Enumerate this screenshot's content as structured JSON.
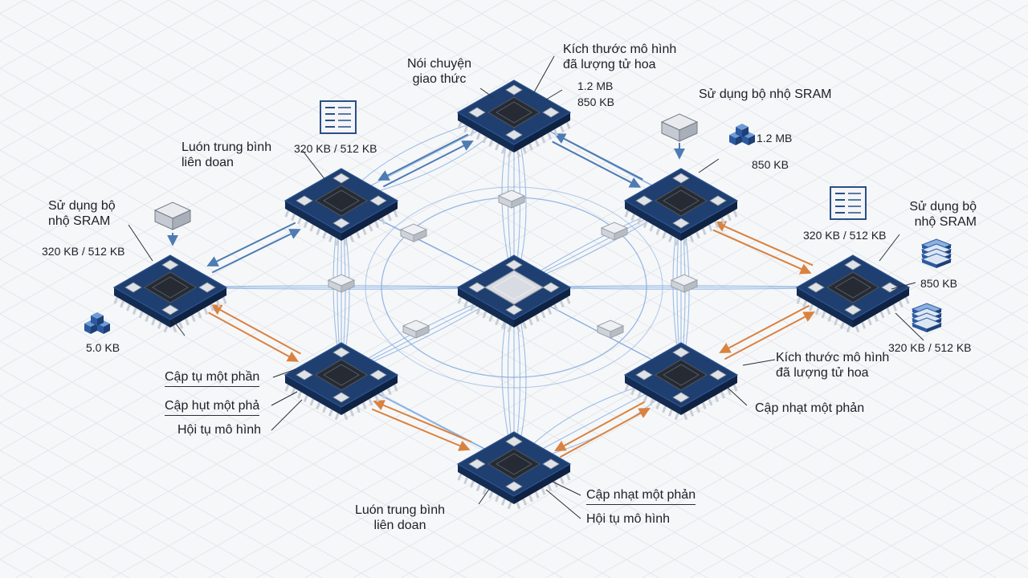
{
  "colors": {
    "board": "#1f3f70",
    "board_edge": "#142c52",
    "chip": "#262b33",
    "pin": "#c9ced6",
    "link_blue": "#4d7bb3",
    "link_orange": "#d9823f",
    "mesh": "#7fa9dc",
    "grid": "#e3e6ea"
  },
  "icons": {
    "sram_module": "memory-module-icon",
    "document": "document-icon",
    "cube_stack": "cube-stack-icon",
    "storage_stack": "storage-stack-icon"
  },
  "labels": {
    "top_protocol": "Nói chuyện\ngiao thức",
    "top_model_size": "Kích thước mô hình\nđã lượng tử hoa",
    "top_mb": "1.2 MB",
    "top_kb": "850 KB",
    "ul_federated": "Luón trung bình\nliên doan",
    "ul_mem": "320 KB / 512 KB",
    "left_sram": "Sử dụng bộ\nnhộ SRAM",
    "left_mem": "320 KB / 512 KB",
    "left_cube": "5.0 KB",
    "ur_sram": "Sử dụng bộ nhộ SRAM",
    "ur_mb": "1.2 MB",
    "ur_kb": "850 KB",
    "right_mem": "320 KB / 512 KB",
    "right_sram": "Sử dụng bộ\nnhộ SRAM",
    "right_kb": "850 KB",
    "right_mem2": "320 KB / 512 KB",
    "lr_model_size": "Kích thước mô hình\nđã lượng tử hoa",
    "lr_partial": "Cập nhạt một phản",
    "ll_partial1": "Cập tụ một phần",
    "ll_partial2": "Cập hụt một phả",
    "ll_converge": "Hội tụ mô hình",
    "bottom_federated": "Luón trung bình\nliên doan",
    "bottom_partial": "Cập nhạt một phản",
    "bottom_converge": "Hội tụ mô hình"
  }
}
